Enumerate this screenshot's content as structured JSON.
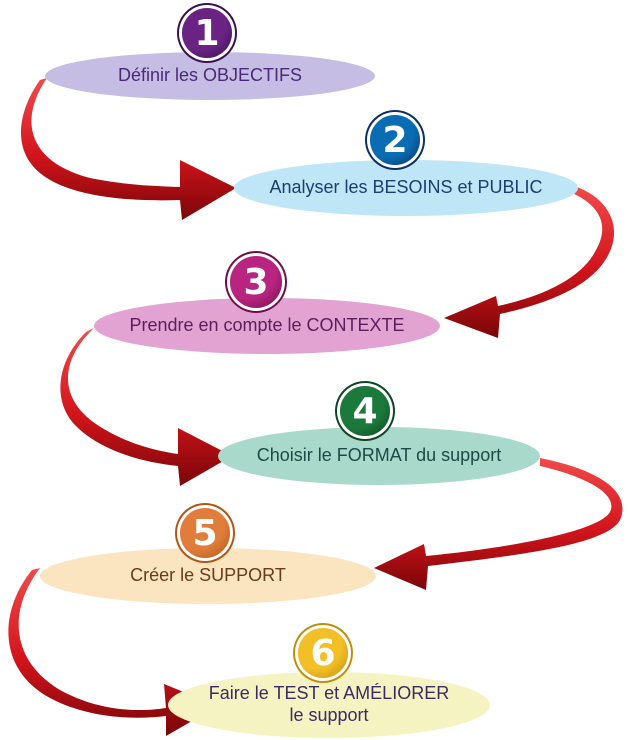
{
  "steps": [
    {
      "number": "1",
      "label": "Définir les OBJECTIFS",
      "fill": "#c6bde4",
      "text_color": "#4a2a78",
      "badge_color": "#6a2383",
      "badge_ring": "#3a1050"
    },
    {
      "number": "2",
      "label": "Analyser les BESOINS et PUBLIC",
      "fill": "#bfe6f6",
      "text_color": "#1c3d73",
      "badge_color": "#0a6db4",
      "badge_ring": "#0b2f66"
    },
    {
      "number": "3",
      "label": "Prendre en compte le CONTEXTE",
      "fill": "#e2a3d2",
      "text_color": "#5a1f5b",
      "badge_color": "#b8247f",
      "badge_ring": "#6e0f4a"
    },
    {
      "number": "4",
      "label": "Choisir le FORMAT du support",
      "fill": "#a9d9cb",
      "text_color": "#1b4a47",
      "badge_color": "#1b7a3b",
      "badge_ring": "#0d4421"
    },
    {
      "number": "5",
      "label": "Créer le SUPPORT",
      "fill": "#fbe4c0",
      "text_color": "#6a3a1c",
      "badge_color": "#e07d3a",
      "badge_ring": "#b35515"
    },
    {
      "number": "6",
      "label": "Faire le TEST et AMÉLIORER\nle support",
      "fill": "#f6f3c3",
      "text_color": "#3b2a64",
      "badge_color": "#f2bf27",
      "badge_ring": "#c08f0a"
    }
  ],
  "arrow_color": "#d5161f"
}
